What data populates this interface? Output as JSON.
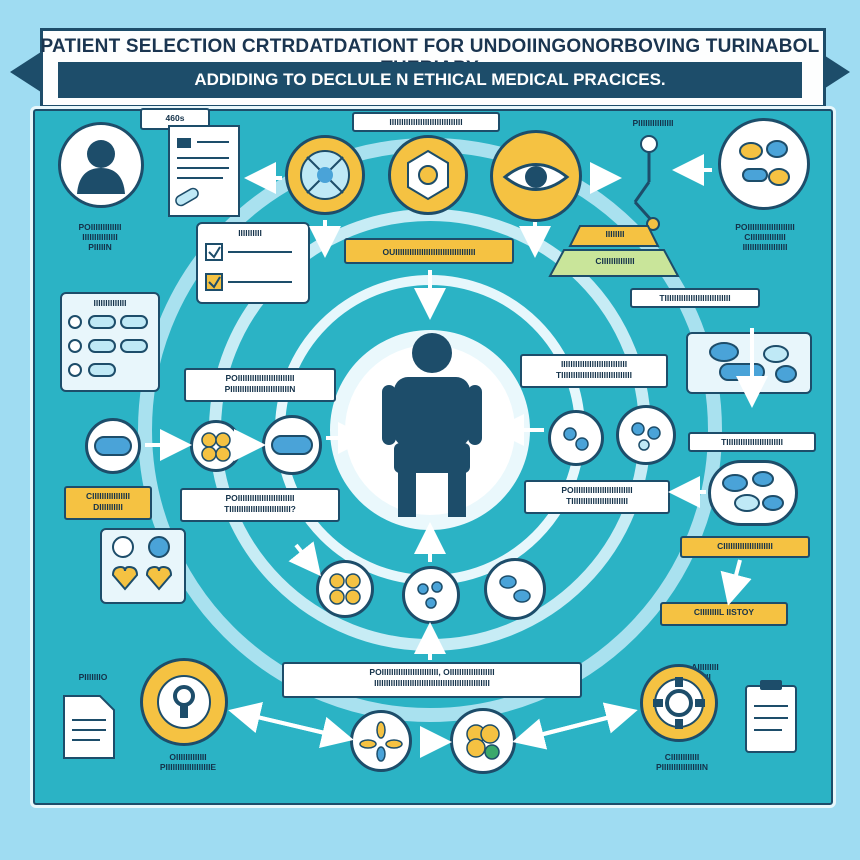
{
  "header": {
    "title": "PATIENT SELECTION CRTRDATDATIONT FOR UNDOIINGONORBOVING TURINABOL THERIAPY",
    "subtitle": "ADDIDING TO DECLULE N ETHICAL MEDICAL PRACICES."
  },
  "labels": {
    "doc_tag": "460s",
    "top_center": "IIIIIIIIIIIIIIIIIIIIIIIIIIIIIII",
    "top_right": "PIIIIIIIIIIIIIII",
    "left_profile": "POIIIIIIIIIIIII\nIIIIIIIIIIIIIII\nPIIIIIN",
    "right_caption": "POIIIIIIIIIIIIIIIIIIII\nCIIIIIIIIIIIIIII\nIIIIIIIIIIIIIIIIIII",
    "checklist_head": "IIIIIIIIII",
    "pyramid_top": "IIIIIIII",
    "pyramid_bottom": "CIIIIIIIIIIIIII",
    "center_yellow": "OUIIIIIIIIIIIIIIIIIIIIIIIIIIIIIIIIII",
    "left_list_head": "IIIIIIIIIIIIII",
    "right_top_box": "TIIIIIIIIIIIIIIIIIIIIIIIIIIII",
    "mid_left_box": "POIIIIIIIIIIIIIIIIIIIIIIII\nPIIIIIIIIIIIIIIIIIIIIIIIIIN",
    "mid_right_box": "IIIIIIIIIIIIIIIIIIIIIIIIIIII\nTIIIIIIIIIIIIIIIIIIIIIIIIIIIIII",
    "right_mid_label": "TIIIIIIIIIIIIIIIIIIIIIIII",
    "left_yellow": "CIIIIIIIIIIIIIIII\nDIIIIIIIIII",
    "lower_left_box": "POIIIIIIIIIIIIIIIIIIIIIIII\nTIIIIIIIIIIIIIIIIIIIIIIIIII?",
    "lower_right_box": "POIIIIIIIIIIIIIIIIIIIIIIIII\nTIIIIIIIIIIIIIIIIIIIIIIII",
    "right_yellow_1": "CIIIIIIIIIIIIIIIIIIIII",
    "right_yellow_2": "CIIIIIIIIL IISTOY",
    "bottom_box": "POIIIIIIIIIIIIIIIIIIIIIIII, OIIIIIIIIIIIIIIIIIII\nIIIIIIIIIIIIIIIIIIIIIIIIIIIIIIIIIIIIIIIIIIIIIIIII",
    "bottom_left_tag": "PIIIIIIIO",
    "bottom_left_caption": "OIIIIIIIIIIIII\nPIIIIIIIIIIIIIIIIIIIE",
    "bottom_right_tag": "AIIIIIIIII\nIIIII",
    "bottom_right_caption": "CIIIIIIIIIIII\nPIIIIIIIIIIIIIIIIIN"
  },
  "colors": {
    "panel": "#2bb3c5",
    "navy": "#1d4d6a",
    "yellow": "#f5c242",
    "light": "#e8f6fb",
    "background": "#9fdcf2"
  }
}
